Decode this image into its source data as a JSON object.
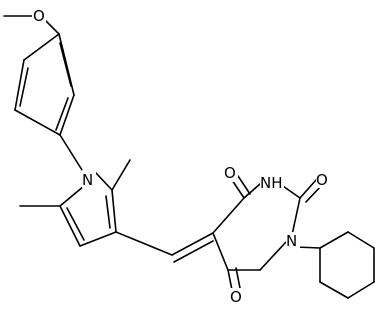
{
  "molecule": {
    "atoms": [
      {
        "id": "O_me",
        "label": "O"
      },
      {
        "id": "N_pyr",
        "label": "N"
      },
      {
        "id": "O_c4",
        "label": "O"
      },
      {
        "id": "NH",
        "label": "NH"
      },
      {
        "id": "O_c2",
        "label": "O"
      },
      {
        "id": "N_cy",
        "label": "N"
      },
      {
        "id": "O_c6",
        "label": "O"
      }
    ]
  }
}
